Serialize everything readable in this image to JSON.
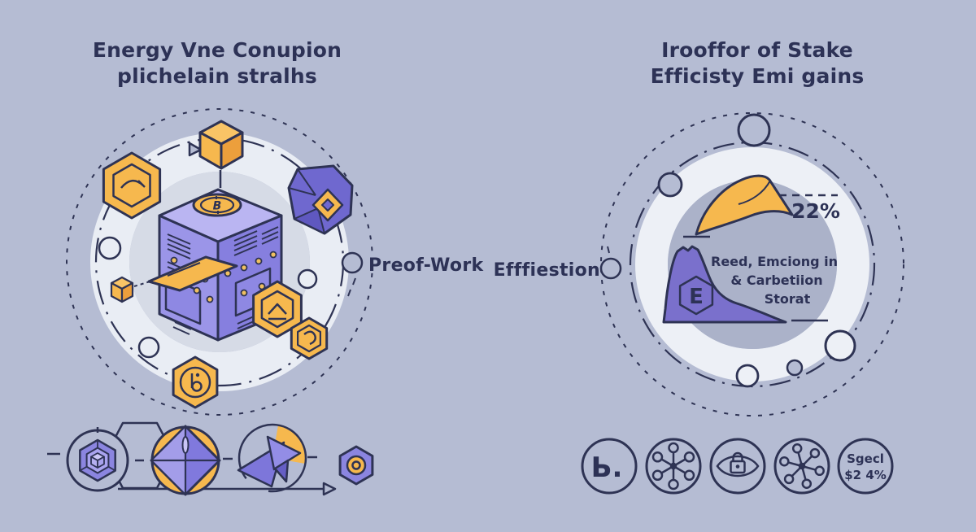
{
  "colors": {
    "background": "#b5bcd3",
    "navy_outline": "#2e3354",
    "text": "#2d3256",
    "orange": "#f6b84e",
    "orange_deep": "#ec9f3c",
    "orange_light": "#f9c466",
    "purple_cube_left": "#9b95e8",
    "purple_cube_right": "#867fdf",
    "purple_cube_top": "#bab5f2",
    "purple_box": "#6f68cf",
    "purple_mountain": "#7a70cc",
    "purple_gem": "#8b85e0",
    "ring_light": "#e9edf4",
    "inner_disc_left": "#d6dbe6",
    "inner_disc_right": "#abb2c9",
    "gold_letter": "#f0b43c"
  },
  "left": {
    "title_line1": "Energy Vne Conupion",
    "title_line2": "plichelain stralhs",
    "label": "Preof-Work",
    "coin_symbol": "B"
  },
  "right": {
    "title_line1": "Irooffor of Stake",
    "title_line2": "Efficisty Emi gains",
    "label": "Efffiestion",
    "stat_value": "22%",
    "badge_letter": "E",
    "caption_line1": "Reed, Emciong in",
    "caption_line2": "& Carbetiion",
    "caption_line3": "Storat"
  },
  "bottom_right": {
    "coin_glyph": "Ь.",
    "stat_line1": "Sgecl",
    "stat_line2": "$2 4%"
  },
  "icons": [
    "bitcoin-coin-icon",
    "mining-rig-icon",
    "block-cube-icon",
    "pickaxe-hexagon-icon",
    "shard-box-icon",
    "chevron-hexagon-icon",
    "refresh-hexagon-icon",
    "bulb-hexagon-icon",
    "gem-circle-icon",
    "octahedron-circle-icon",
    "paper-plane-icon",
    "token-hexagon-icon",
    "growth-swoosh-icon",
    "decline-mountain-icon",
    "currency-circle-icon",
    "network-circle-icon",
    "eye-lock-circle-icon",
    "molecule-circle-icon",
    "stat-circle-icon"
  ]
}
